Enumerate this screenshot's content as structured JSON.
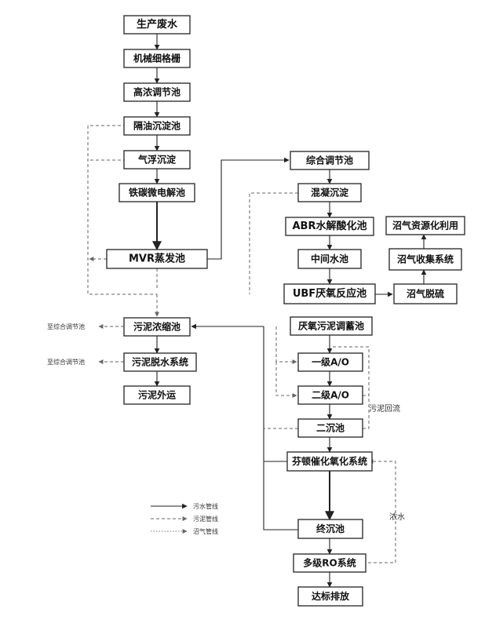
{
  "nodes": {
    "wastewater": "生产废水",
    "screen": "机械细格栅",
    "hc_tank": "高浓调节池",
    "oil_sep": "隔油沉淀池",
    "flotation": "气浮沉淀",
    "fe_c": "铁碳微电解池",
    "mvr": "MVR蒸发池",
    "comp_tank": "综合调节池",
    "coag": "混凝沉淀",
    "abr": "ABR水解酸化池",
    "mid": "中间水池",
    "ubf": "UBF厌氧反应池",
    "biogas_use": "沼气资源化利用",
    "biogas_collect": "沼气收集系统",
    "biogas_desulf": "沼气脱硫",
    "sludge_thick": "污泥浓缩池",
    "sludge_dewater": "污泥脱水系统",
    "sludge_out": "污泥外运",
    "anaerobic_store": "厌氧污泥调蓄池",
    "ao1": "一级A/O",
    "ao2": "二级A/O",
    "sec_clar": "二沉池",
    "fenton": "芬顿催化氧化系统",
    "final_clar": "终沉池",
    "ro": "多级RO系统",
    "discharge": "达标排放"
  },
  "labels": {
    "to_comp_1": "至综合调节池",
    "to_comp_2": "至综合调节池",
    "sludge_reflux": "污泥回流",
    "concentrate": "浓水"
  },
  "legend": {
    "wastewater_line": "污水管线",
    "sludge_line": "污泥管线",
    "biogas_line": "沼气管线"
  }
}
